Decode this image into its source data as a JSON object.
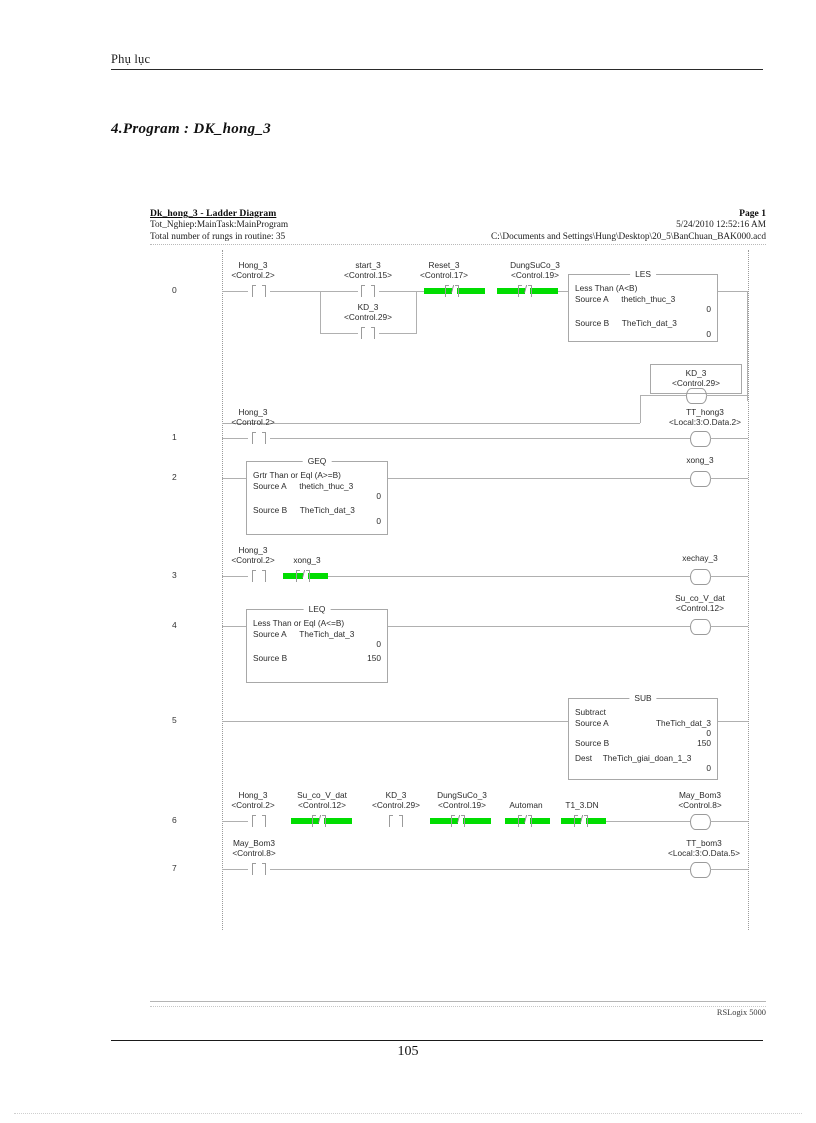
{
  "document": {
    "running_header": "Phụ lục",
    "section_title": "4.Program : DK_hong_3",
    "page_number": "105",
    "footer_brand": "RSLogix 5000"
  },
  "printout": {
    "title": "Dk_hong_3 - Ladder Diagram",
    "page_label": "Page 1",
    "routine_path": "Tot_Nghiep:MainTask:MainProgram",
    "timestamp": "5/24/2010 12:52:16 AM",
    "rung_count_line": "Total number of rungs in routine: 35",
    "file_path": "C:\\Documents and Settings\\Hung\\Desktop\\20_5\\BanChuan_BAK000.acd"
  },
  "colors": {
    "energized": "#00dd00",
    "wire": "#b0b0b0",
    "rail": "#9a9a9a",
    "text": "#2b2b2b"
  },
  "rungs": [
    {
      "number": "0",
      "contacts": [
        {
          "name": "Hong_3",
          "addr": "<Control.2>",
          "type": "NO",
          "energized": false
        },
        {
          "name": "start_3",
          "addr": "<Control.15>",
          "type": "NO",
          "energized": false
        },
        {
          "name": "KD_3",
          "addr": "<Control.29>",
          "type": "NO",
          "energized": false
        },
        {
          "name": "Reset_3",
          "addr": "<Control.17>",
          "type": "NC",
          "energized": true
        },
        {
          "name": "DungSuCo_3",
          "addr": "<Control.19>",
          "type": "NC",
          "energized": true
        }
      ],
      "block": {
        "mnemonic": "LES",
        "description": "Less Than (A<B)",
        "source_a_label": "Source A",
        "source_a": "thetich_thuc_3",
        "source_a_value": "0",
        "source_b_label": "Source B",
        "source_b": "TheTich_dat_3",
        "source_b_value": "0"
      },
      "coil": {
        "name": "KD_3",
        "addr": "<Control.29>"
      }
    },
    {
      "number": "1",
      "contacts": [
        {
          "name": "Hong_3",
          "addr": "<Control.2>",
          "type": "NO",
          "energized": false
        }
      ],
      "coil": {
        "name": "TT_hong3",
        "addr": "<Local:3:O.Data.2>"
      }
    },
    {
      "number": "2",
      "block": {
        "mnemonic": "GEQ",
        "description": "Grtr Than or Eql (A>=B)",
        "source_a_label": "Source A",
        "source_a": "thetich_thuc_3",
        "source_a_value": "0",
        "source_b_label": "Source B",
        "source_b": "TheTich_dat_3",
        "source_b_value": "0"
      },
      "coil": {
        "name": "xong_3",
        "addr": ""
      }
    },
    {
      "number": "3",
      "contacts": [
        {
          "name": "Hong_3",
          "addr": "<Control.2>",
          "type": "NO",
          "energized": false
        },
        {
          "name": "xong_3",
          "addr": "",
          "type": "NC",
          "energized": true
        }
      ],
      "coil": {
        "name": "xechay_3",
        "addr": ""
      }
    },
    {
      "number": "4",
      "block": {
        "mnemonic": "LEQ",
        "description": "Less Than or Eql (A<=B)",
        "source_a_label": "Source A",
        "source_a": "TheTich_dat_3",
        "source_a_value": "0",
        "source_b_label": "Source B",
        "source_b": "",
        "source_b_value": "150"
      },
      "coil": {
        "name": "Su_co_V_dat",
        "addr": "<Control.12>"
      }
    },
    {
      "number": "5",
      "block": {
        "mnemonic": "SUB",
        "description": "Subtract",
        "source_a_label": "Source A",
        "source_a": "TheTich_dat_3",
        "source_a_value": "0",
        "source_b_label": "Source B",
        "source_b": "",
        "source_b_value": "150",
        "dest_label": "Dest",
        "dest": "TheTich_giai_doan_1_3",
        "dest_value": "0"
      }
    },
    {
      "number": "6",
      "contacts": [
        {
          "name": "Hong_3",
          "addr": "<Control.2>",
          "type": "NO",
          "energized": false
        },
        {
          "name": "Su_co_V_dat",
          "addr": "<Control.12>",
          "type": "NC",
          "energized": true
        },
        {
          "name": "KD_3",
          "addr": "<Control.29>",
          "type": "NO",
          "energized": false
        },
        {
          "name": "DungSuCo_3",
          "addr": "<Control.19>",
          "type": "NC",
          "energized": true
        },
        {
          "name": "Automan",
          "addr": "",
          "type": "NC",
          "energized": true
        },
        {
          "name": "T1_3.DN",
          "addr": "",
          "type": "NC",
          "energized": true
        }
      ],
      "coil": {
        "name": "May_Bom3",
        "addr": "<Control.8>"
      }
    },
    {
      "number": "7",
      "contacts": [
        {
          "name": "May_Bom3",
          "addr": "<Control.8>",
          "type": "NO",
          "energized": false
        }
      ],
      "coil": {
        "name": "TT_bom3",
        "addr": "<Local:3:O.Data.5>"
      }
    }
  ]
}
